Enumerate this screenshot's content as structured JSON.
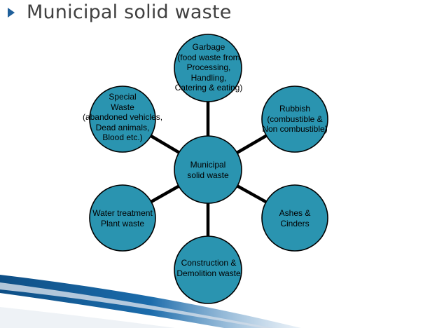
{
  "title": "Municipal solid waste",
  "center": {
    "label_lines": [
      "Municipal",
      "solid waste"
    ]
  },
  "nodes": [
    {
      "id": "garbage",
      "label_lines": [
        "Garbage",
        "(food waste from",
        "Processing,",
        "Handling,",
        "Catering & eating)"
      ]
    },
    {
      "id": "rubbish",
      "label_lines": [
        "Rubbish",
        "(combustible &",
        "Non combustible)"
      ]
    },
    {
      "id": "ashes",
      "label_lines": [
        "Ashes &",
        "Cinders"
      ]
    },
    {
      "id": "construction",
      "label_lines": [
        "Construction &",
        "Demolition waste"
      ]
    },
    {
      "id": "water-treatment",
      "label_lines": [
        "Water treatment",
        "Plant waste"
      ]
    },
    {
      "id": "special",
      "label_lines": [
        "Special",
        "Waste",
        "(abandoned vehicles,",
        "Dead animals,",
        "Blood etc.)"
      ]
    }
  ],
  "colors": {
    "node_fill": "#2a94b0",
    "node_stroke": "#000000",
    "connector": "#000000",
    "title": "#404040",
    "accent": "#1f5f9a"
  }
}
